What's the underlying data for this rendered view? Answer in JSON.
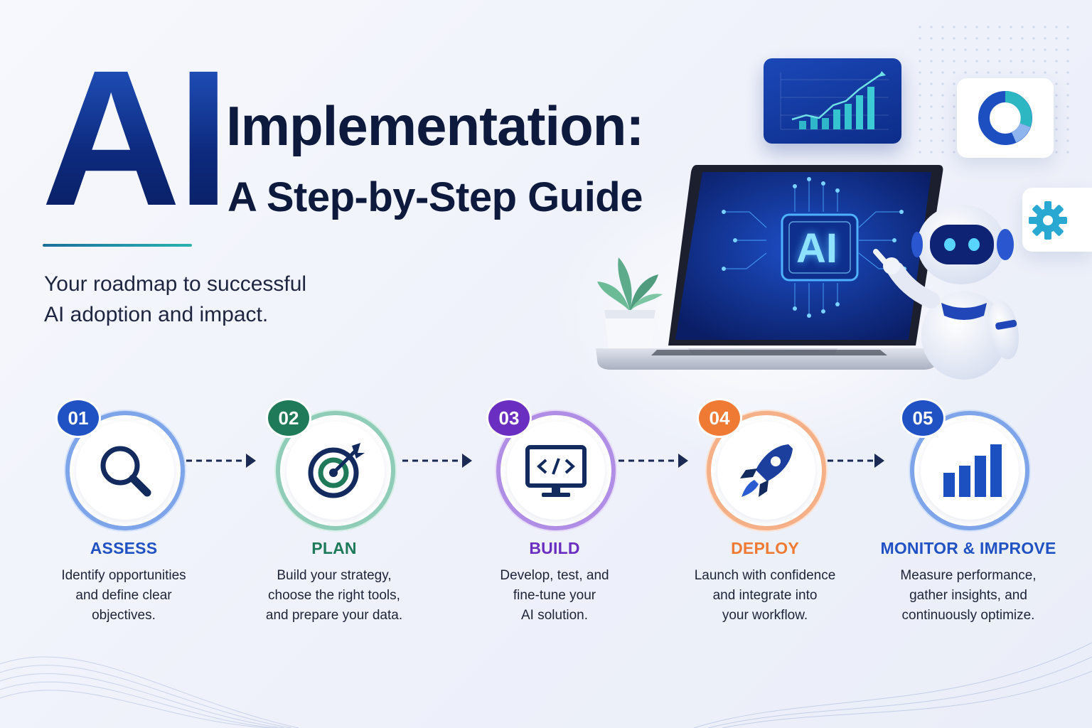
{
  "headline": {
    "big": "AI",
    "line1": "Implementation:",
    "line2": "A Step-by-Step Guide",
    "subtitle_line1": "Your roadmap to successful",
    "subtitle_line2": "AI adoption and impact."
  },
  "illustration": {
    "screen_label": "AI"
  },
  "steps": [
    {
      "number": "01",
      "title": "ASSESS",
      "color": "#2152c4",
      "ring": "#7ea5ea",
      "desc": [
        "Identify opportunities",
        "and define clear",
        "objectives."
      ],
      "icon": "magnifier-icon"
    },
    {
      "number": "02",
      "title": "PLAN",
      "color": "#1f7a5a",
      "ring": "#8fcdb8",
      "desc": [
        "Build your strategy,",
        "choose the right tools,",
        "and prepare your data."
      ],
      "icon": "target-icon"
    },
    {
      "number": "03",
      "title": "BUILD",
      "color": "#6a2fc0",
      "ring": "#b08ee6",
      "desc": [
        "Develop, test, and",
        "fine-tune your",
        "AI solution."
      ],
      "icon": "code-monitor-icon"
    },
    {
      "number": "04",
      "title": "DEPLOY",
      "color": "#ef7a34",
      "ring": "#f5b088",
      "desc": [
        "Launch with confidence",
        "and integrate into",
        "your workflow."
      ],
      "icon": "rocket-icon"
    },
    {
      "number": "05",
      "title": "MONITOR & IMPROVE",
      "color": "#2152c4",
      "ring": "#7ea5ea",
      "desc": [
        "Measure performance,",
        "gather insights, and",
        "continuously optimize."
      ],
      "icon": "bar-chart-icon"
    }
  ]
}
